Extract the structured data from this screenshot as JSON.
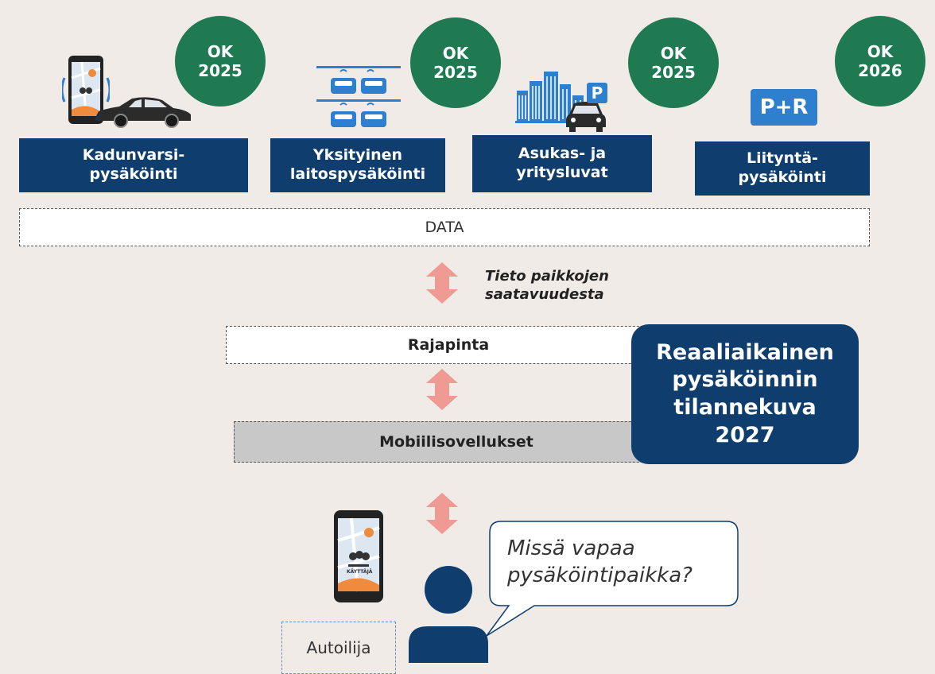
{
  "badges": [
    {
      "line1": "OK",
      "line2": "2025"
    },
    {
      "line1": "OK",
      "line2": "2025"
    },
    {
      "line1": "OK",
      "line2": "2025"
    },
    {
      "line1": "OK",
      "line2": "2026"
    }
  ],
  "categories": [
    {
      "line1": "Kadunvarsi-",
      "line2": "pysäköinti"
    },
    {
      "line1": "Yksityinen",
      "line2": "laitospysäköinti"
    },
    {
      "line1": "Asukas- ja",
      "line2": "yritysluvat"
    },
    {
      "line1": "Liityntä-",
      "line2": "pysäköinti"
    }
  ],
  "data_label": "DATA",
  "note": {
    "line1": "Tieto paikkojen",
    "line2": "saatavuudesta"
  },
  "api_label": "Rajapinta",
  "mobile_label": "Mobiilisovellukset",
  "status": {
    "line1": "Reaaliaikainen",
    "line2": "pysäköinnin",
    "line3": "tilannekuva",
    "line4": "2027"
  },
  "bubble": {
    "line1": "Missä vapaa",
    "line2": "pysäköintipaikka?"
  },
  "driver_label": "Autoilija",
  "pr_sign": "P+R",
  "parking_sign": "P",
  "phone_caption": "KÄYTTÄJÄ",
  "colors": {
    "navy": "#0f3e6e",
    "green": "#1f7a52",
    "arrow": "#ef9a92",
    "background": "#f1ebe8",
    "gray": "#c8c8c8",
    "icon_blue": "#2f7fcf"
  },
  "icons": [
    "phone-map-icon",
    "car-icon",
    "garage-cars-icon",
    "city-buildings-icon",
    "parking-sign-icon",
    "park-and-ride-icon",
    "person-icon",
    "speech-bubble-icon"
  ]
}
